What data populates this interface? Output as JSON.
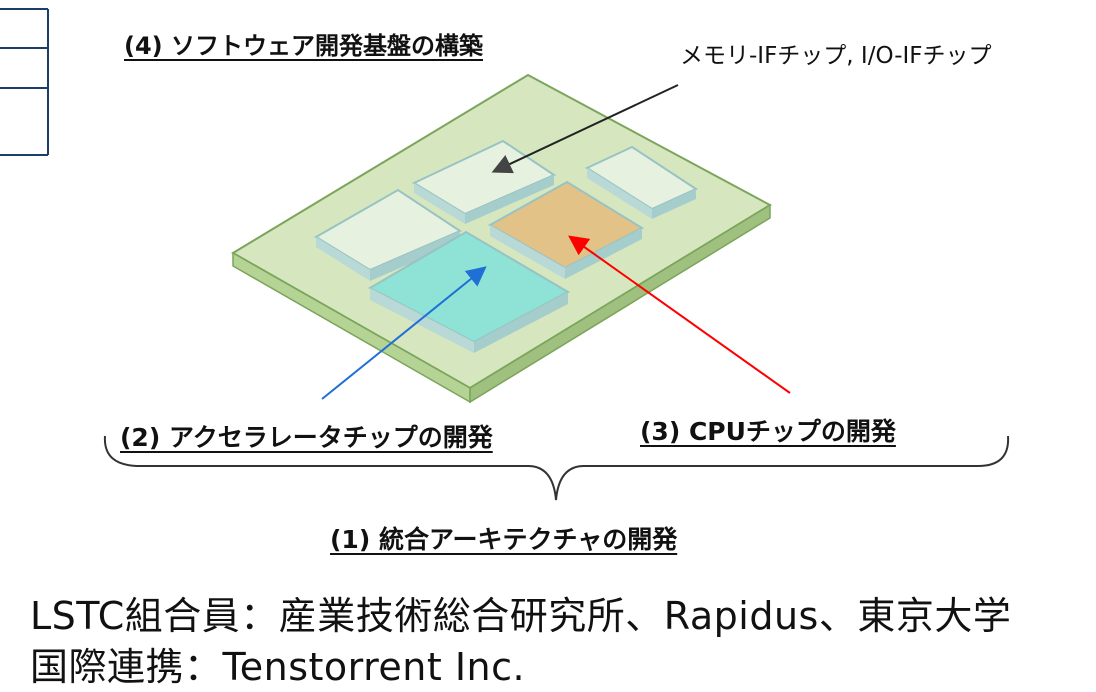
{
  "labels": {
    "software": "(4) ソフトウェア開発基盤の構築",
    "memory_io": "メモリ-IFチップ, I/O-IFチップ",
    "accelerator": "(2) アクセラレータチップの開発",
    "cpu": "(3) CPUチップの開発",
    "architecture": "(1) 統合アーキテクチャの開発"
  },
  "footer": {
    "members": "LSTC組合員：産業技術総合研究所、Rapidus、東京大学",
    "intl": "国際連携：Tenstorrent Inc."
  },
  "colors": {
    "board_top": "#d6e7c0",
    "board_side": "#a9c98a",
    "chip_light": "#e3f0dc",
    "chip_edge": "#a7cfcf",
    "accelerator": "#8ee3d6",
    "cpu": "#e2c286",
    "arrow_memory": "#222222",
    "arrow_accel": "#1f6fd6",
    "arrow_cpu": "#ff0000"
  }
}
